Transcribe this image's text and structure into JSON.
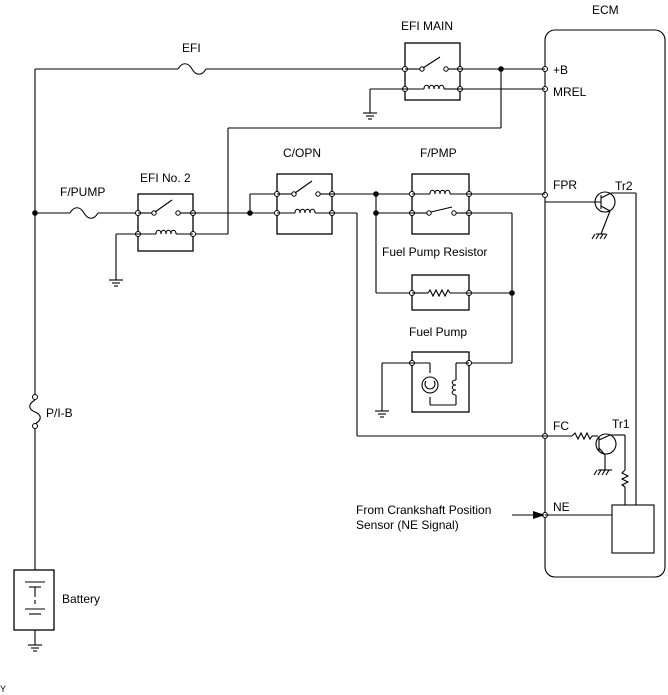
{
  "ecm": {
    "title": "ECM",
    "pins": {
      "plus_b": "+B",
      "mrel": "MREL",
      "fpr": "FPR",
      "fc": "FC",
      "ne": "NE"
    },
    "transistors": {
      "tr2": "Tr2",
      "tr1": "Tr1"
    }
  },
  "components": {
    "efi_fuse": "EFI",
    "efi_main_relay": "EFI MAIN",
    "f_pump_fuse": "F/PUMP",
    "efi_no2_relay": "EFI No. 2",
    "c_opn_relay": "C/OPN",
    "f_pmp_relay": "F/PMP",
    "fuel_pump_resistor": "Fuel Pump Resistor",
    "fuel_pump": "Fuel Pump",
    "pib_fuse": "P/I-B",
    "battery": "Battery"
  },
  "signal_source": {
    "line1": "From Crankshaft Position",
    "line2": "Sensor (NE Signal)"
  },
  "corner_mark": "Y"
}
